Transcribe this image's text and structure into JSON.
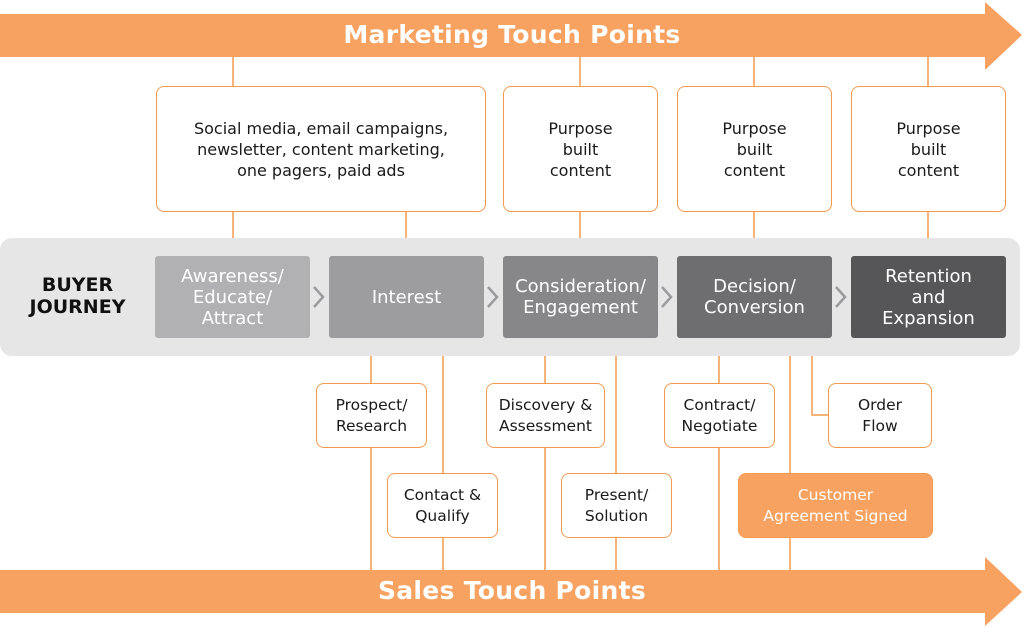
{
  "marketing_arrow": {
    "label": "Marketing Touch Points"
  },
  "sales_arrow": {
    "label": "Sales Touch Points"
  },
  "journey": {
    "title_line1": "BUYER",
    "title_line2": "JOURNEY"
  },
  "stages": [
    {
      "line1": "Awareness/",
      "line2": "Educate/",
      "line3": "Attract"
    },
    {
      "line1": "Interest"
    },
    {
      "line1": "Consideration/",
      "line2": "Engagement"
    },
    {
      "line1": "Decision/",
      "line2": "Conversion"
    },
    {
      "line1": "Retention",
      "line2": "and",
      "line3": "Expansion"
    }
  ],
  "marketing_boxes": [
    {
      "line1": "Social media, email campaigns,",
      "line2": "newsletter, content marketing,",
      "line3": "one pagers, paid ads"
    },
    {
      "line1": "Purpose",
      "line2": "built",
      "line3": "content"
    },
    {
      "line1": "Purpose",
      "line2": "built",
      "line3": "content"
    },
    {
      "line1": "Purpose",
      "line2": "built",
      "line3": "content"
    }
  ],
  "sales_boxes": [
    {
      "line1": "Prospect/",
      "line2": "Research"
    },
    {
      "line1": "Contact &",
      "line2": "Qualify"
    },
    {
      "line1": "Discovery &",
      "line2": "Assessment"
    },
    {
      "line1": "Present/",
      "line2": "Solution"
    },
    {
      "line1": "Contract/",
      "line2": "Negotiate"
    },
    {
      "line1": "Order",
      "line2": "Flow"
    },
    {
      "line1": "Customer",
      "line2": "Agreement Signed"
    }
  ],
  "colors": {
    "orange": "#f7a261",
    "orange_line": "#f39a4f",
    "stage_1": "#b1b1b3",
    "stage_2": "#9d9d9f",
    "stage_3": "#878789",
    "stage_4": "#6e6e70",
    "stage_5": "#565658"
  }
}
